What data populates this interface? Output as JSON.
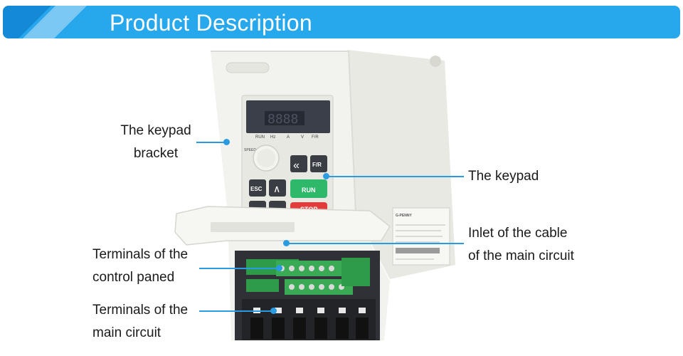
{
  "banner": {
    "title": "Product Description"
  },
  "callouts": {
    "keypad_bracket": {
      "line1": "The keypad",
      "line2": "bracket"
    },
    "keypad": {
      "line1": "The keypad"
    },
    "inlet": {
      "line1": "Inlet of the cable",
      "line2": "of the main circuit"
    },
    "control_terminals": {
      "line1": "Terminals of the",
      "line2": "control paned"
    },
    "main_terminals": {
      "line1": "Terminals of the",
      "line2": "main circuit"
    }
  },
  "device": {
    "brand": "G-PENNY",
    "indicators": [
      "RUN",
      "Hz",
      "A",
      "V",
      "F/R"
    ],
    "knob_label": "SPEED",
    "buttons": {
      "back": "«",
      "fr": "F/R",
      "esc": "ESC",
      "up": "∧",
      "run": "RUN",
      "stop": "STOP"
    }
  },
  "colors": {
    "banner": "#27a7ec",
    "accent_line": "#2a9be0",
    "run_button": "#2eb86a",
    "stop_button": "#e23b3b",
    "terminal_green": "#2e9b48"
  }
}
